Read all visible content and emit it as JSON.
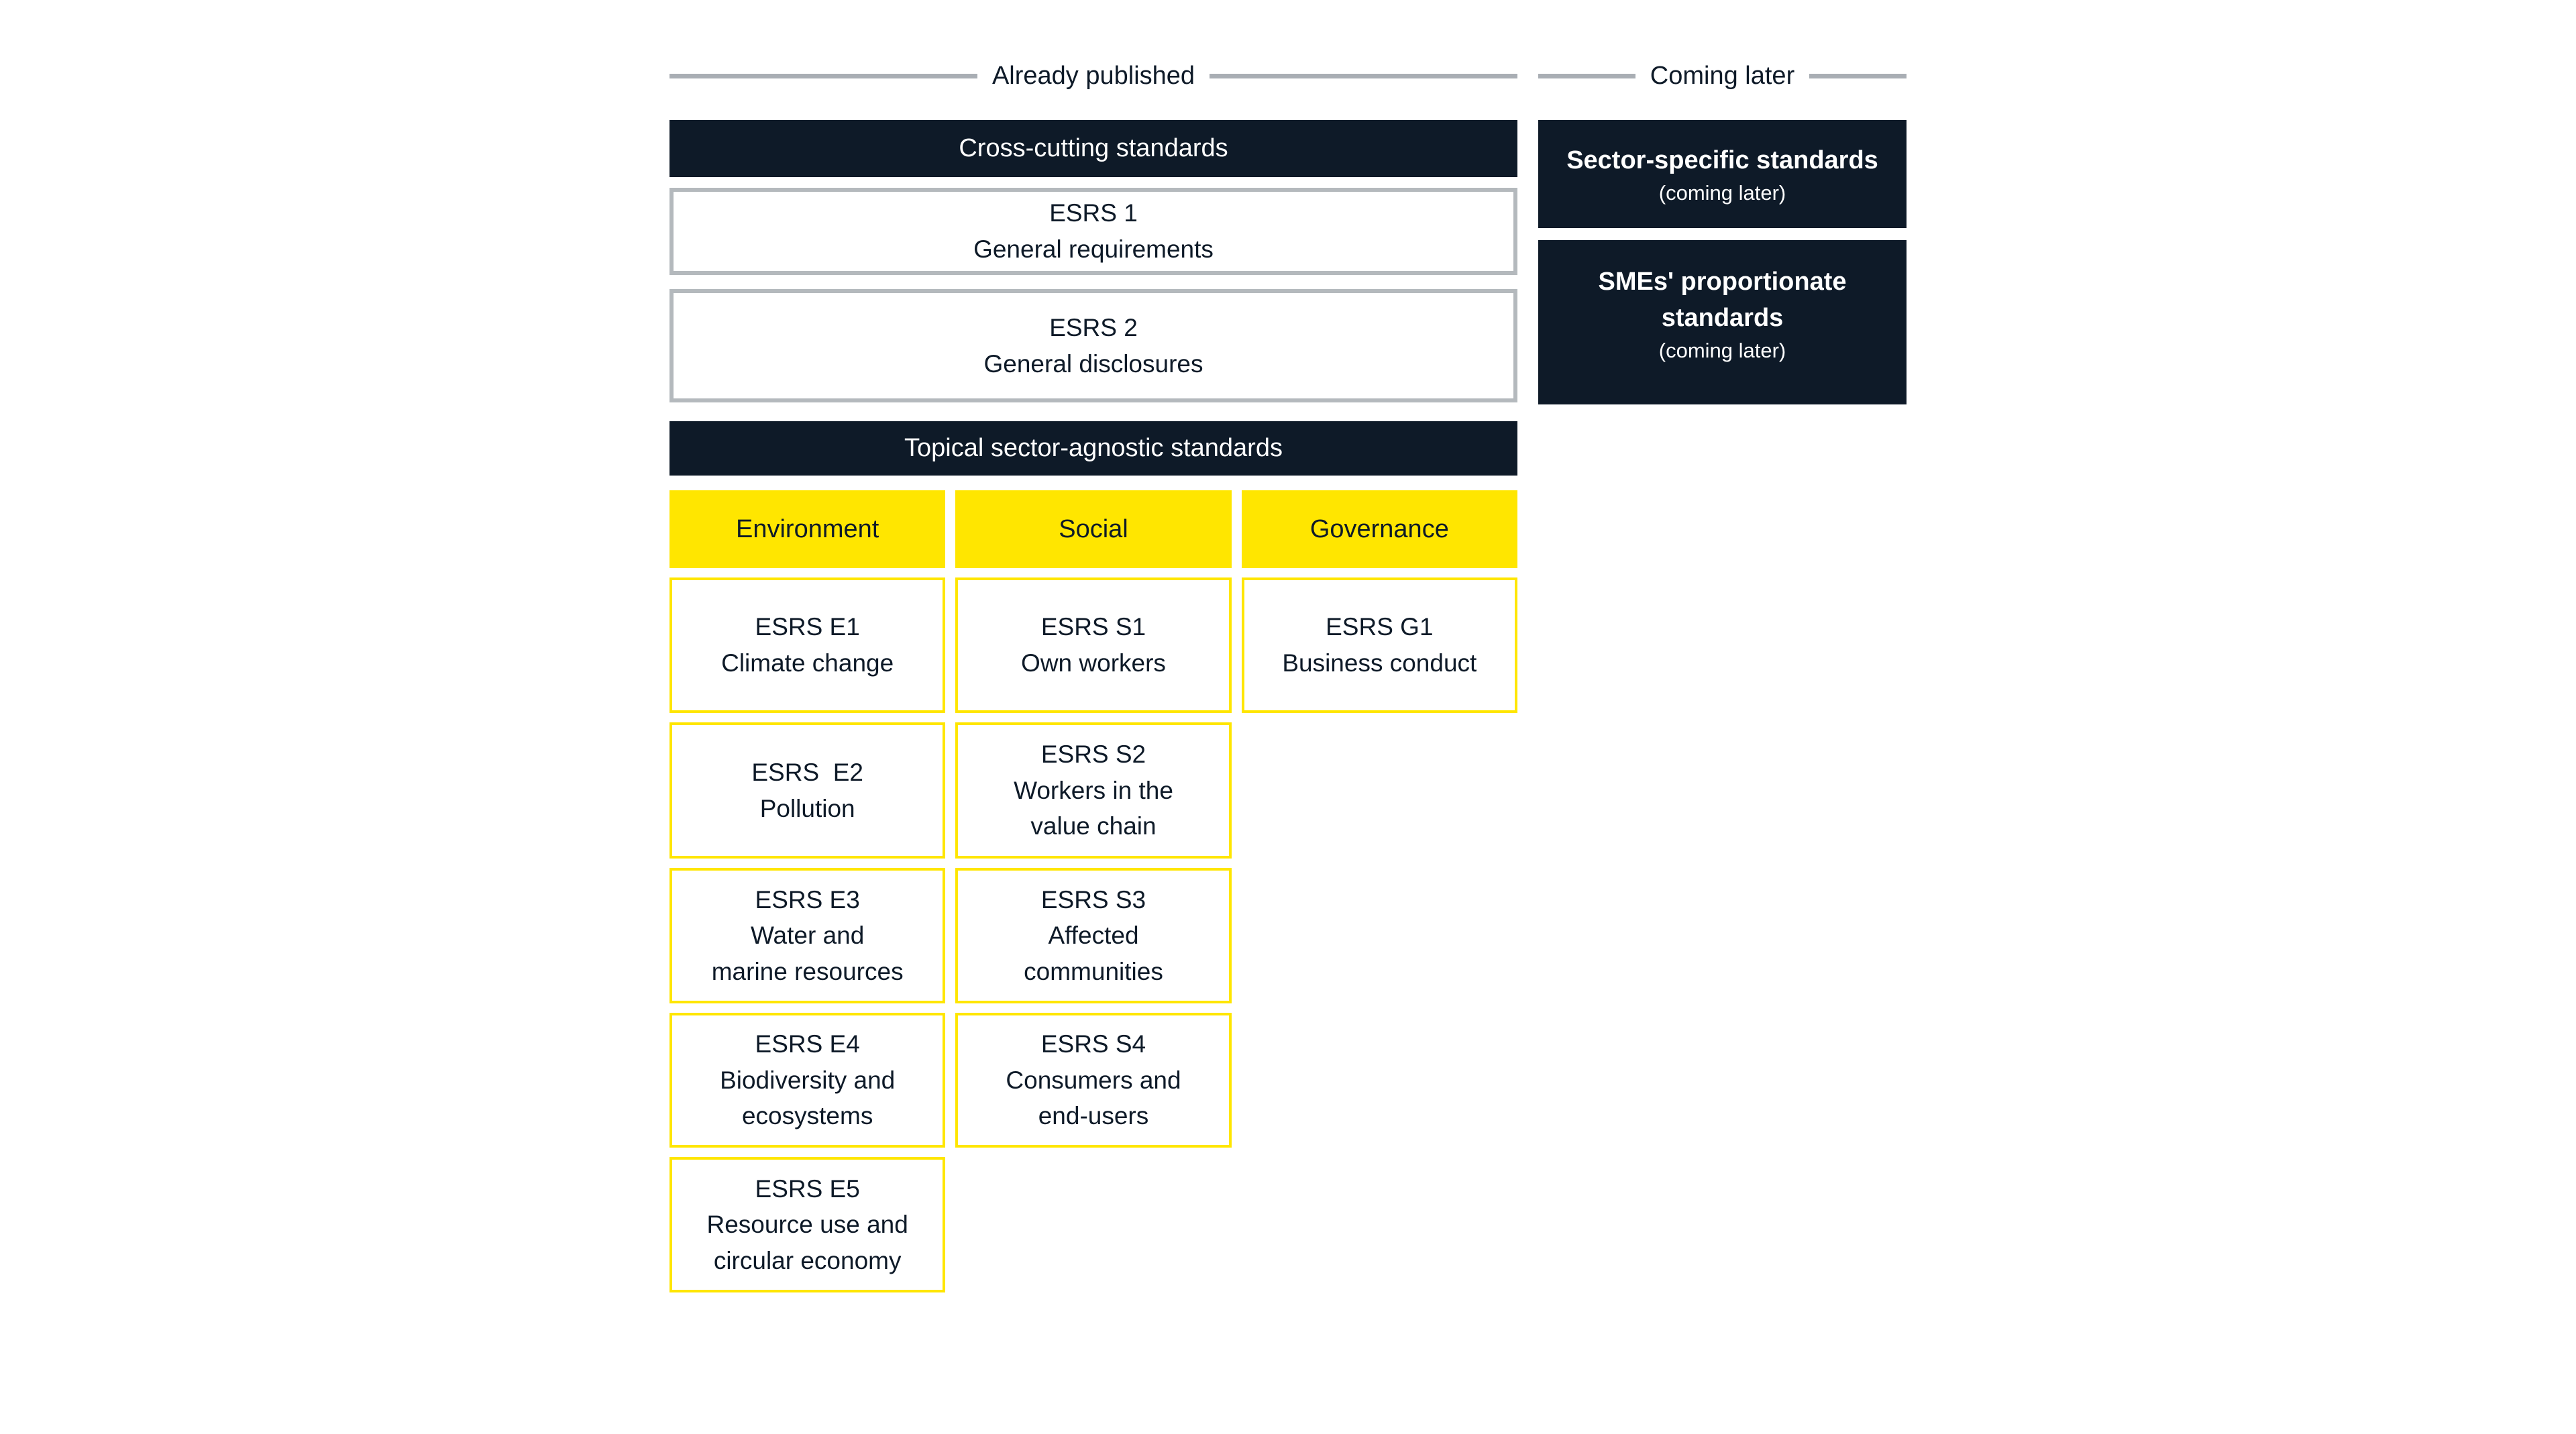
{
  "colors": {
    "dark_navy": "#0e1a28",
    "yellow": "#ffe600",
    "rule_gray": "#a9aeb4",
    "border_gray": "#b4b9bd",
    "white": "#ffffff"
  },
  "sections": {
    "published": {
      "label": "Already published"
    },
    "coming": {
      "label": "Coming later"
    }
  },
  "cross_cutting": {
    "header": "Cross-cutting standards",
    "items": [
      {
        "code": "ESRS 1",
        "label": "General requirements"
      },
      {
        "code": "ESRS 2",
        "label": "General disclosures"
      }
    ]
  },
  "topical": {
    "header": "Topical sector-agnostic standards",
    "columns": [
      {
        "header": "Environment",
        "items": [
          {
            "code": "ESRS E1",
            "label": "Climate change"
          },
          {
            "code": "ESRS  E2",
            "label": "Pollution"
          },
          {
            "code": "ESRS E3",
            "label": "Water and\nmarine resources"
          },
          {
            "code": "ESRS E4",
            "label": "Biodiversity and\necosystems"
          },
          {
            "code": "ESRS E5",
            "label": "Resource use and\ncircular economy"
          }
        ]
      },
      {
        "header": "Social",
        "items": [
          {
            "code": "ESRS S1",
            "label": "Own workers"
          },
          {
            "code": "ESRS S2",
            "label": "Workers in the\nvalue chain"
          },
          {
            "code": "ESRS S3",
            "label": "Affected\ncommunities"
          },
          {
            "code": "ESRS S4",
            "label": "Consumers and\nend-users"
          }
        ]
      },
      {
        "header": "Governance",
        "items": [
          {
            "code": "ESRS G1",
            "label": "Business conduct"
          }
        ]
      }
    ]
  },
  "coming_later": {
    "boxes": [
      {
        "title": "Sector-specific standards",
        "note": "(coming later)"
      },
      {
        "title": "SMEs' proportionate\nstandards",
        "note": "(coming later)"
      }
    ]
  }
}
